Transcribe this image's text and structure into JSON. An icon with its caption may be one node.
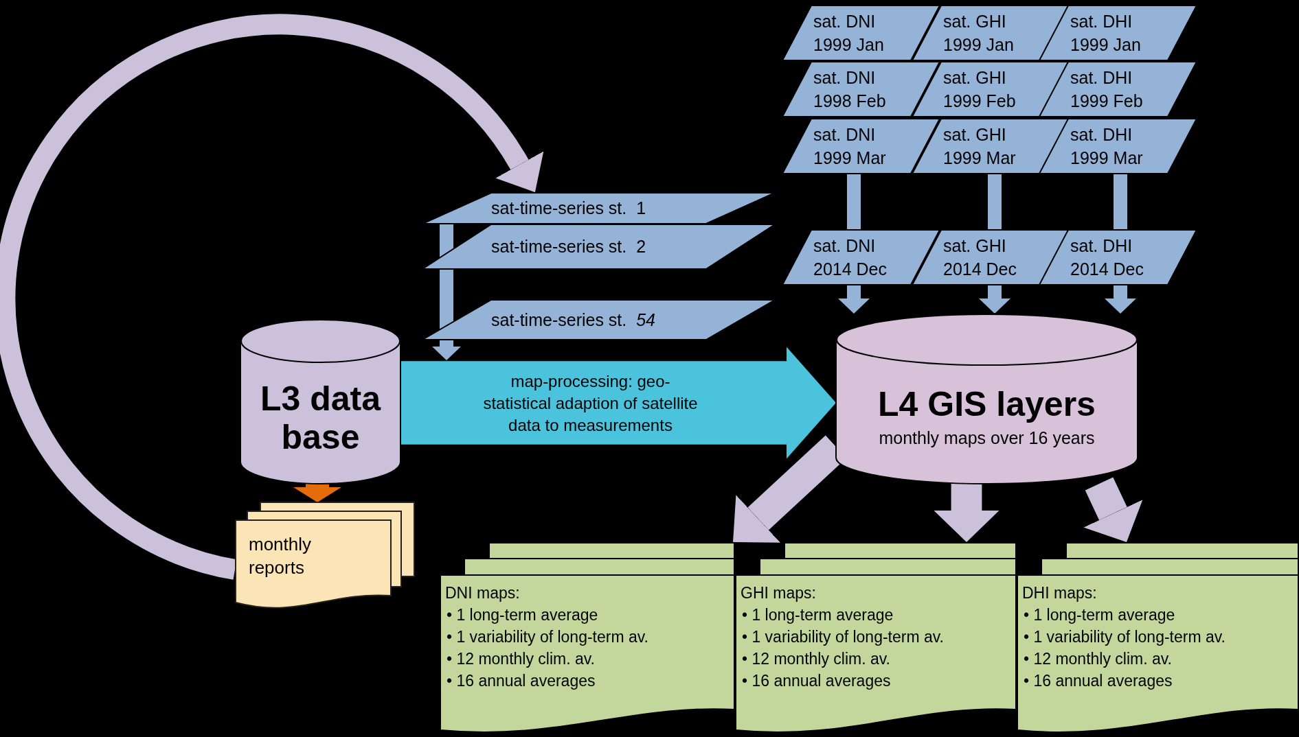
{
  "diagram": {
    "nodes": [
      {
        "text": [
          "L3 data base"
        ]
      },
      {
        "text": [
          "monthly reports"
        ]
      },
      {
        "text": [
          "sat-time-series st.  1"
        ]
      },
      {
        "text": [
          "sat-time-series st.  2"
        ]
      },
      {
        "text": [
          "sat-time-series st.  *54*"
        ]
      },
      {
        "text": [
          "sat. DNI 1999 Jan"
        ]
      },
      {
        "text": [
          "sat. GHI 1999 Jan"
        ]
      },
      {
        "text": [
          "sat. DHI 1999 Jan"
        ]
      },
      {
        "text": [
          "sat. DNI 1998 Feb"
        ]
      },
      {
        "text": [
          "sat. GHI 1999 Feb"
        ]
      },
      {
        "text": [
          "sat. DHI 1999 Feb"
        ]
      },
      {
        "text": [
          "sat. DNI 1999 Mar"
        ]
      },
      {
        "text": [
          "sat. GHI 1999 Mar"
        ]
      },
      {
        "text": [
          "sat. DHI 1999 Mar"
        ]
      },
      {
        "text": [
          "sat. DNI 2014 Dec"
        ]
      },
      {
        "text": [
          "sat. GHI 2014 Dec"
        ]
      },
      {
        "text": [
          "sat. DHI 2014 Dec"
        ]
      },
      {
        "text": [
          "L4 GIS layers",
          "monthly maps over 16 years"
        ]
      },
      {
        "text": [
          "DNI maps:",
          "• 1 long-term average",
          "• 1 variability of long-term av.",
          "• 12 monthly clim. av.",
          "• 16 annual averages"
        ]
      },
      {
        "text": [
          "GHI maps:",
          "• 1 long-term average",
          "• 1 variability of long-term av.",
          "• 12 monthly clim. av.",
          "• 16 annual averages"
        ]
      },
      {
        "text": [
          "DHI maps:",
          "• 1 long-term average",
          "• 1 variability of long-term av.",
          "• 12 monthly clim. av.",
          "• 16 annual averages"
        ]
      }
    ],
    "edges": [
      {
        "from": 0,
        "to": 1,
        "arrow": "to",
        "color": "#e46c0a"
      },
      {
        "from": 1,
        "to": 2,
        "arrow": "to",
        "color": "#ccc1da"
      },
      {
        "from": 2,
        "to": 4,
        "arrow": "to"
      },
      {
        "from": 0,
        "to": 17,
        "arrow": "to",
        "label": "map-processing: geo-statistical adaption of satellite data to measurements",
        "style": "thick",
        "color": "#4bc3dc"
      },
      {
        "from": 11,
        "to": 14,
        "arrow": "none"
      },
      {
        "from": 12,
        "to": 15,
        "arrow": "none"
      },
      {
        "from": 13,
        "to": 16,
        "arrow": "none"
      },
      {
        "from": 14,
        "to": 17,
        "arrow": "to"
      },
      {
        "from": 15,
        "to": 17,
        "arrow": "to"
      },
      {
        "from": 16,
        "to": 17,
        "arrow": "to"
      },
      {
        "from": 17,
        "to": 18,
        "arrow": "to",
        "style": "thick",
        "color": "#ccc1da"
      },
      {
        "from": 17,
        "to": 19,
        "arrow": "to",
        "style": "thick",
        "color": "#ccc1da"
      },
      {
        "from": 17,
        "to": 20,
        "arrow": "to",
        "style": "thick",
        "color": "#ccc1da"
      }
    ]
  }
}
